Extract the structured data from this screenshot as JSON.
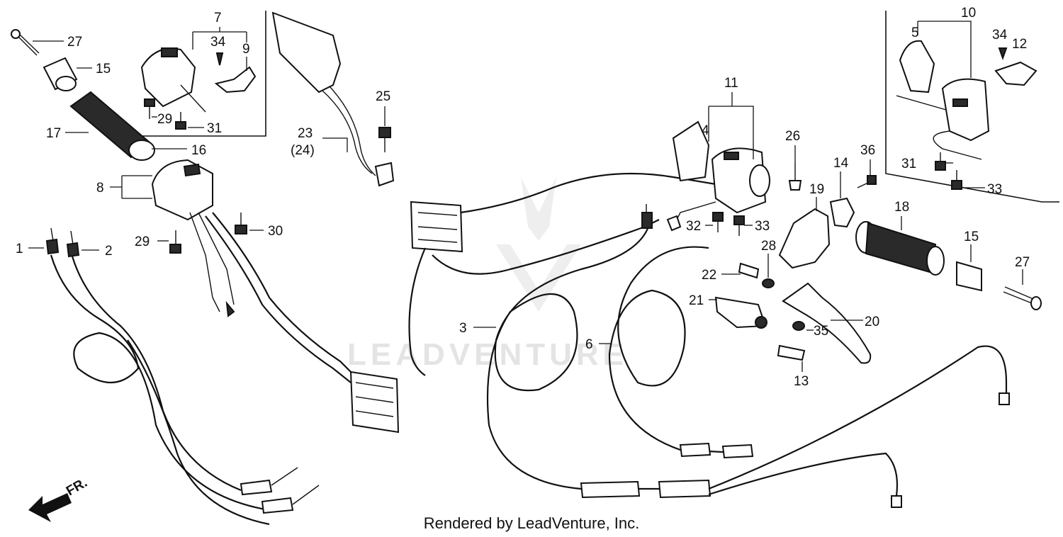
{
  "diagram": {
    "watermark": "LEADVENTURE",
    "footer": "Rendered by LeadVenture, Inc.",
    "direction_label": "FR.",
    "callouts": {
      "c1": "1",
      "c2": "2",
      "c3": "3",
      "c4": "4",
      "c5": "5",
      "c6": "6",
      "c7": "7",
      "c8": "8",
      "c9": "9",
      "c10": "10",
      "c11": "11",
      "c12": "12",
      "c13": "13",
      "c14": "14",
      "c15a": "15",
      "c15b": "15",
      "c16": "16",
      "c17": "17",
      "c18": "18",
      "c19": "19",
      "c20": "20",
      "c21": "21",
      "c22": "22",
      "c23": "23",
      "c24": "(24)",
      "c25": "25",
      "c26": "26",
      "c27a": "27",
      "c27b": "27",
      "c28": "28",
      "c29a": "29",
      "c29b": "29",
      "c30": "30",
      "c31a": "31",
      "c31b": "31",
      "c32": "32",
      "c33a": "33",
      "c33b": "33",
      "c34a": "34",
      "c34b": "34",
      "c35": "35",
      "c36": "36"
    }
  }
}
